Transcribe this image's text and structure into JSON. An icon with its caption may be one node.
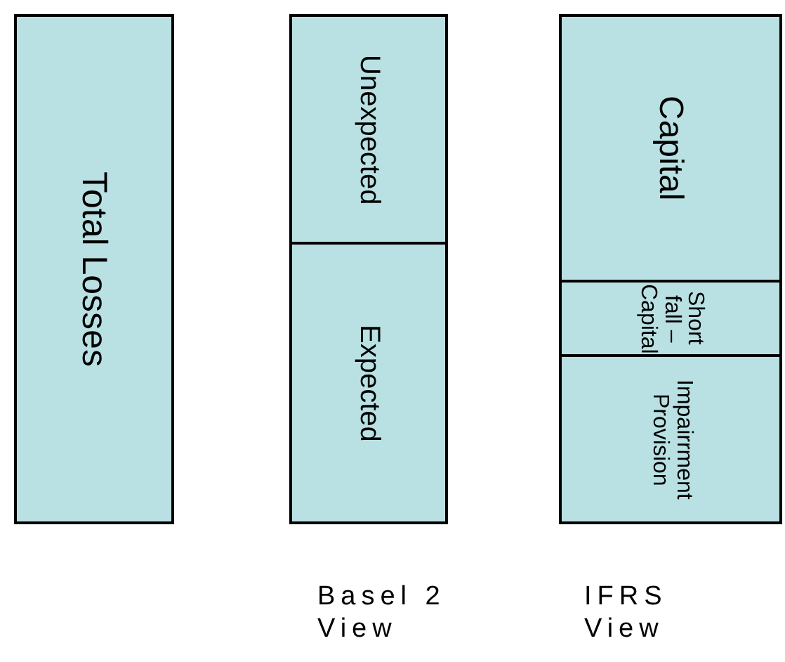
{
  "diagram": {
    "nodes": [
      {
        "text": [
          "Total Losses"
        ]
      },
      {
        "text": [
          "Unexpected"
        ]
      },
      {
        "text": [
          "Expected"
        ]
      },
      {
        "text": [
          "Capital"
        ]
      },
      {
        "text": [
          "Short fall – Capital"
        ]
      },
      {
        "text": [
          "Impairrment Provision"
        ]
      }
    ],
    "labels": [
      "Basel 2 View",
      "IFRS View"
    ]
  }
}
